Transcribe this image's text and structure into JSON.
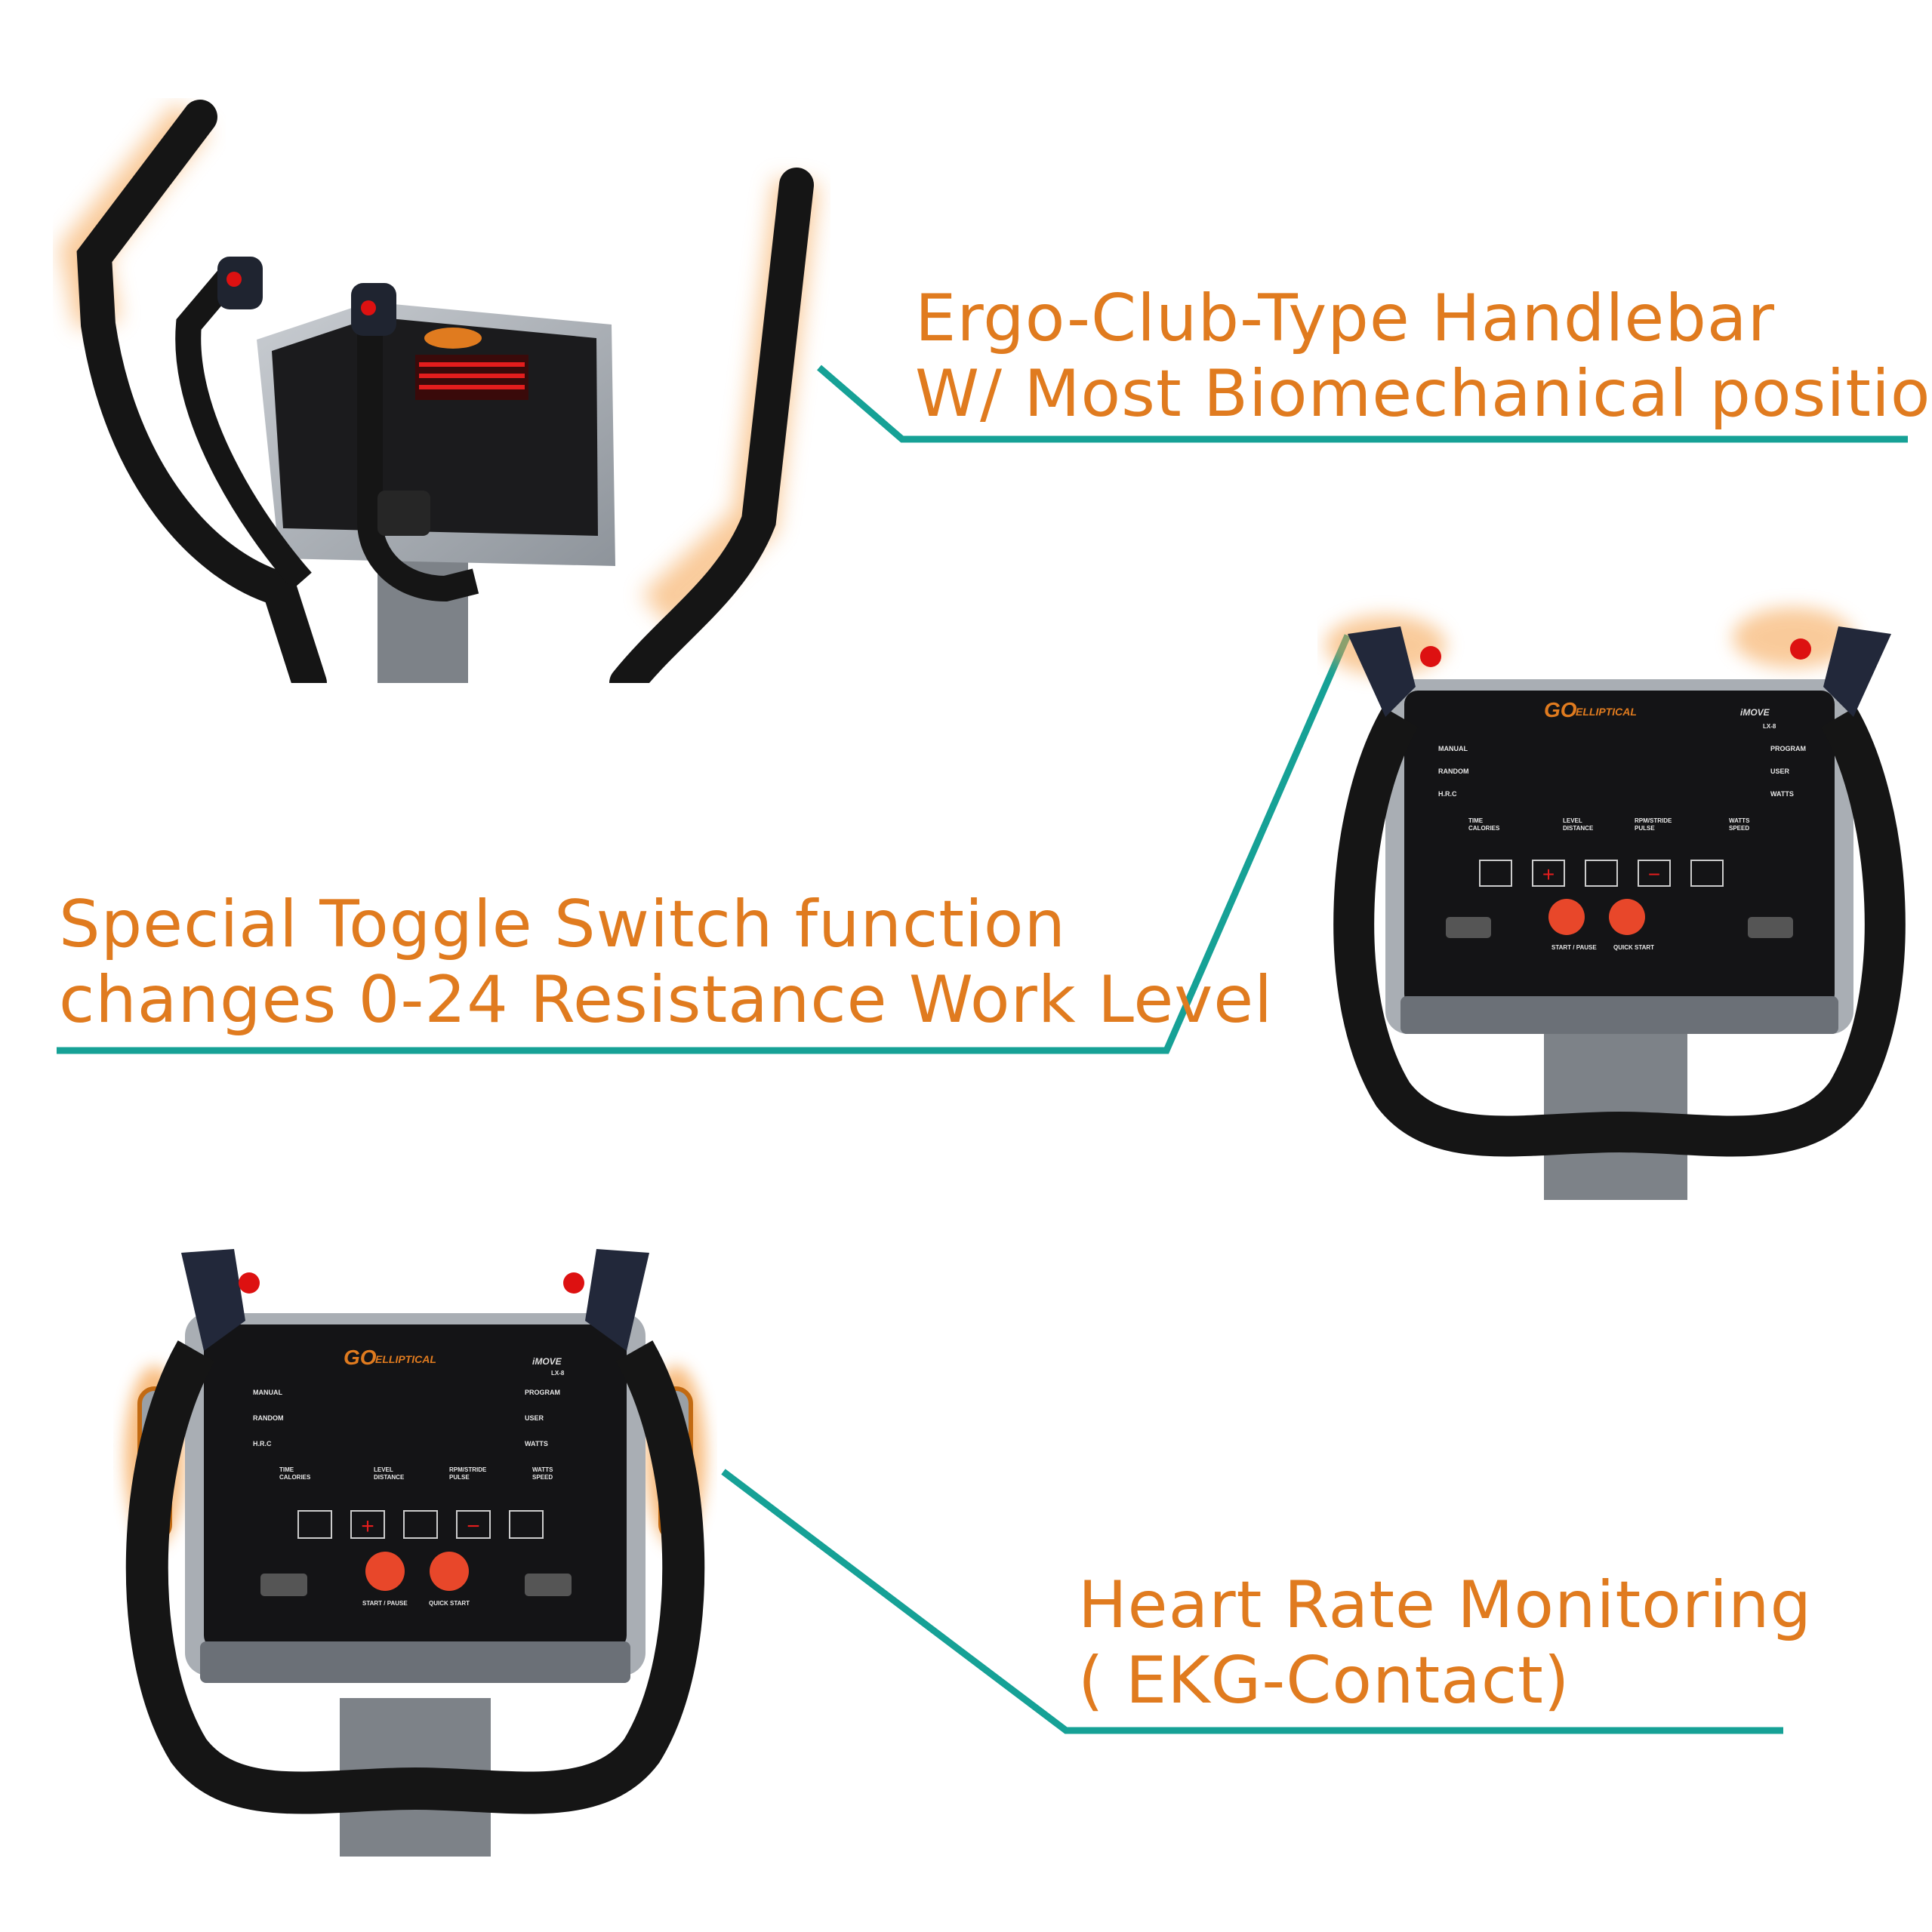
{
  "captions": [
    {
      "line1": "Ergo-Club-Type Handlebar",
      "line2": "W/ Most Biomechanical position"
    },
    {
      "line1": "Special Toggle Switch function",
      "line2": "changes 0-24 Resistance Work Level"
    },
    {
      "line1": "Heart Rate Monitoring",
      "line2": "( EKG-Contact)"
    }
  ],
  "console": {
    "brand_go": "GO",
    "brand_rest": "ELLIPTICAL",
    "maker": "iMOVE",
    "model": "LX-8",
    "left_labels": [
      "MANUAL",
      "RANDOM",
      "H.R.C"
    ],
    "right_labels": [
      "PROGRAM",
      "USER",
      "WATTS"
    ],
    "metrics": [
      {
        "top": "TIME",
        "bottom": "CALORIES"
      },
      {
        "top": "LEVEL",
        "bottom": "DISTANCE"
      },
      {
        "top": "RPM/STRIDE",
        "bottom": "PULSE"
      },
      {
        "top": "WATTS",
        "bottom": "SPEED"
      }
    ],
    "start_label": "START / PAUSE",
    "quick_label": "QUICK START"
  },
  "colors": {
    "caption": "#E07B1F",
    "leader": "#16A196",
    "handle": "#1a1a1a",
    "glow": "#F5A04A"
  }
}
